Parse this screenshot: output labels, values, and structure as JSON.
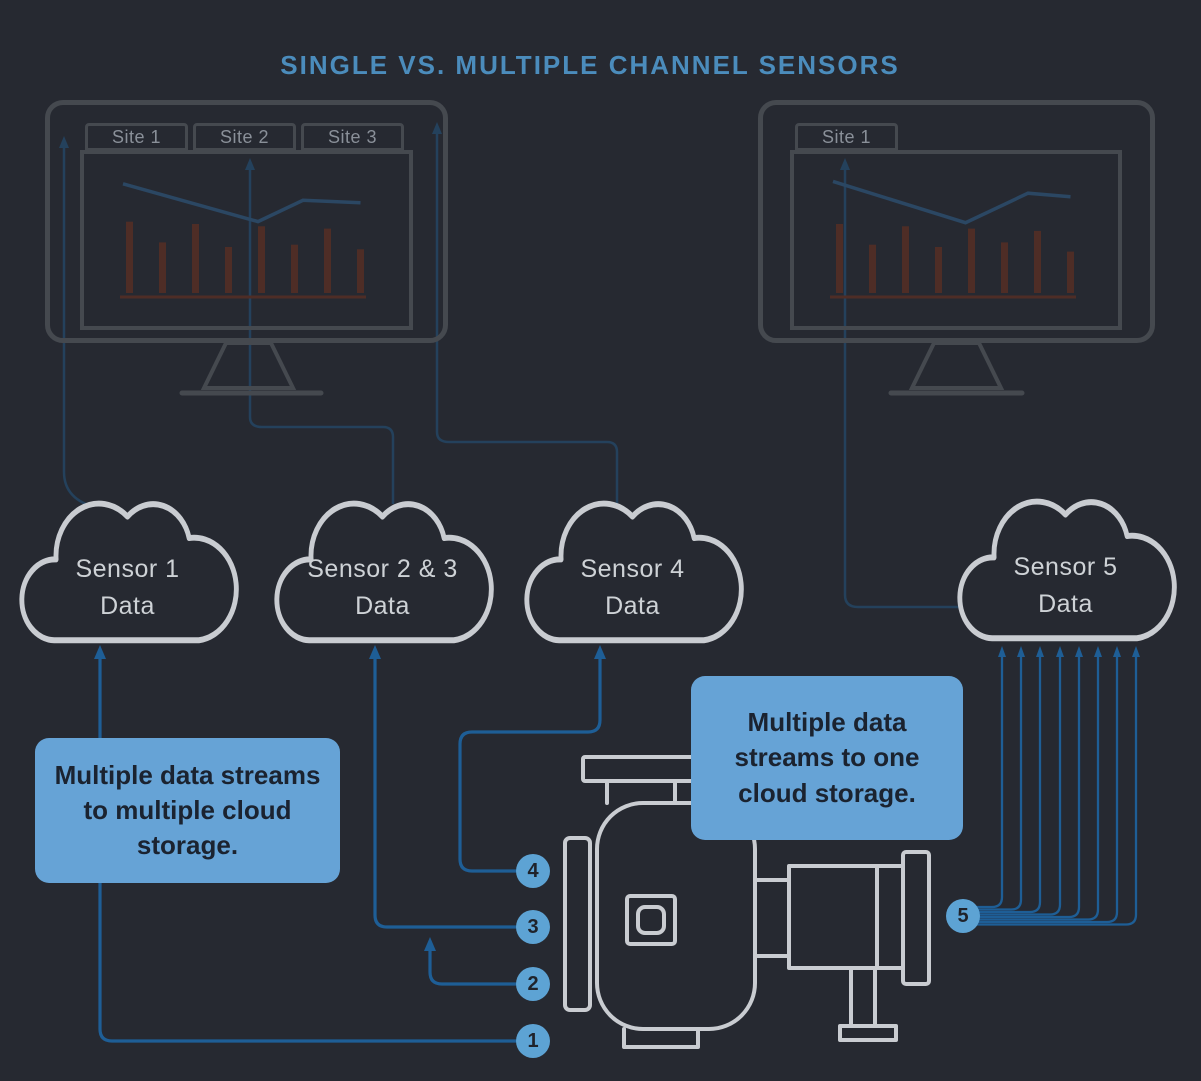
{
  "title": "SINGLE VS. MULTIPLE CHANNEL SENSORS",
  "colors": {
    "background": "#262931",
    "title_blue": "#4b8cbc",
    "monitor_frame": "#45494f",
    "tab_text": "#8a9099",
    "chart_line": "#2b4763",
    "chart_bar": "#4e2d26",
    "cloud_stroke": "#c9ccd1",
    "cloud_text": "#ced2d6",
    "pump_stroke": "#c9ccd1",
    "connector_bright": "#1e5e96",
    "connector_faint": "#24415c",
    "callout_bg": "#66a3d6",
    "callout_text": "#1b2330",
    "badge_bg": "#5da3d4",
    "badge_text": "#1f232b"
  },
  "monitors": {
    "left": {
      "tabs": [
        "Site 1",
        "Site 2",
        "Site 3"
      ],
      "chart": {
        "type": "line+bar",
        "bars": [
          0.62,
          0.44,
          0.6,
          0.4,
          0.58,
          0.42,
          0.56,
          0.38
        ],
        "line": [
          [
            0.02,
            0.1
          ],
          [
            0.56,
            0.42
          ],
          [
            0.74,
            0.24
          ],
          [
            0.97,
            0.26
          ]
        ]
      }
    },
    "right": {
      "tabs": [
        "Site 1"
      ],
      "chart": {
        "type": "line+bar",
        "bars": [
          0.6,
          0.42,
          0.58,
          0.4,
          0.56,
          0.44,
          0.54,
          0.36
        ],
        "line": [
          [
            0.02,
            0.08
          ],
          [
            0.55,
            0.43
          ],
          [
            0.8,
            0.18
          ],
          [
            0.97,
            0.21
          ]
        ]
      }
    }
  },
  "clouds": [
    {
      "line1": "Sensor 1",
      "line2": "Data"
    },
    {
      "line1": "Sensor 2 & 3",
      "line2": "Data"
    },
    {
      "line1": "Sensor 4",
      "line2": "Data"
    },
    {
      "line1": "Sensor 5",
      "line2": "Data"
    }
  ],
  "callouts": {
    "left": "Multiple data streams to multiple cloud storage.",
    "right": "Multiple data streams to one cloud storage."
  },
  "stream_badges": [
    "1",
    "2",
    "3",
    "4",
    "5"
  ]
}
